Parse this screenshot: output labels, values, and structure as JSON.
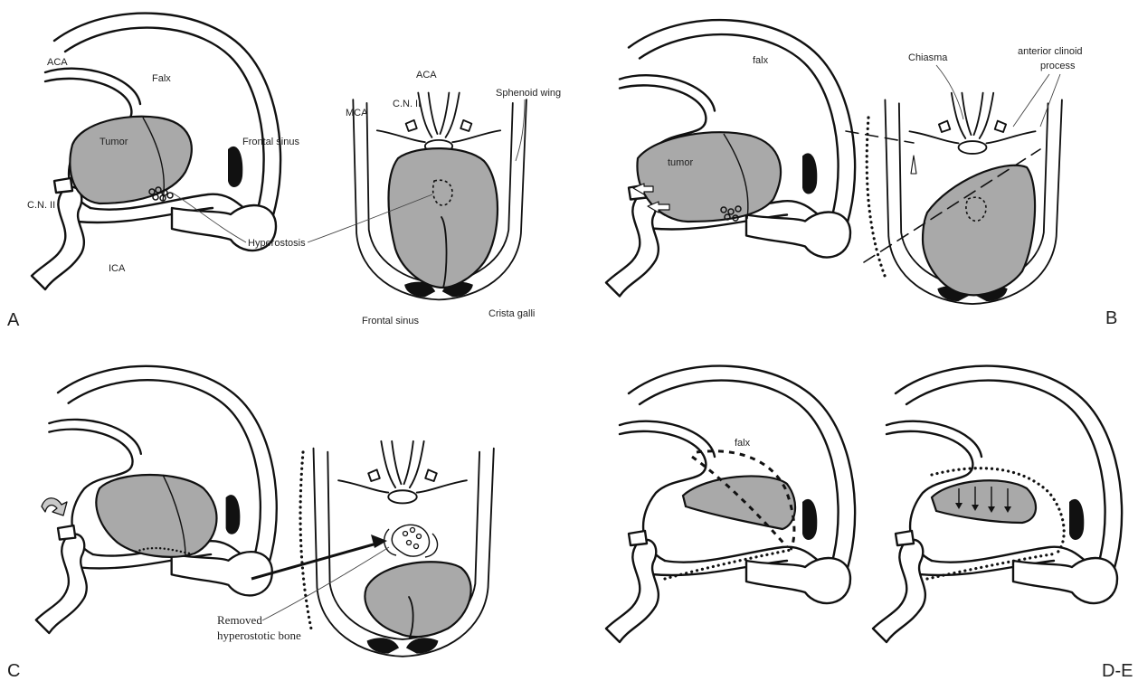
{
  "panels": {
    "A": {
      "letter": "A",
      "sagittal_labels": {
        "aca": "ACA",
        "falx": "Falx",
        "tumor": "Tumor",
        "frontal_sinus": "Frontal sinus",
        "cn2": "C.N. II",
        "ica": "ICA",
        "hyperostosis": "Hyperostosis"
      },
      "axial_labels": {
        "aca": "ACA",
        "cn2": "C.N. II",
        "mca": "MCA",
        "sphenoid_wing": "Sphenoid wing",
        "frontal_sinus": "Frontal sinus",
        "crista_galli": "Crista galli"
      }
    },
    "B": {
      "letter": "B",
      "sagittal_labels": {
        "falx": "falx",
        "tumor": "tumor"
      },
      "axial_labels": {
        "chiasma": "Chiasma",
        "anterior_clinoid": "anterior clinoid",
        "process": "process"
      }
    },
    "C": {
      "letter": "C",
      "labels": {
        "removed_line1": "Removed",
        "removed_line2": "hyperostotic bone"
      }
    },
    "DE": {
      "letter": "D-E",
      "labels": {
        "falx": "falx"
      }
    }
  },
  "colors": {
    "tumor_fill": "#a9a9a9",
    "ink": "#111111",
    "background": "#ffffff"
  }
}
